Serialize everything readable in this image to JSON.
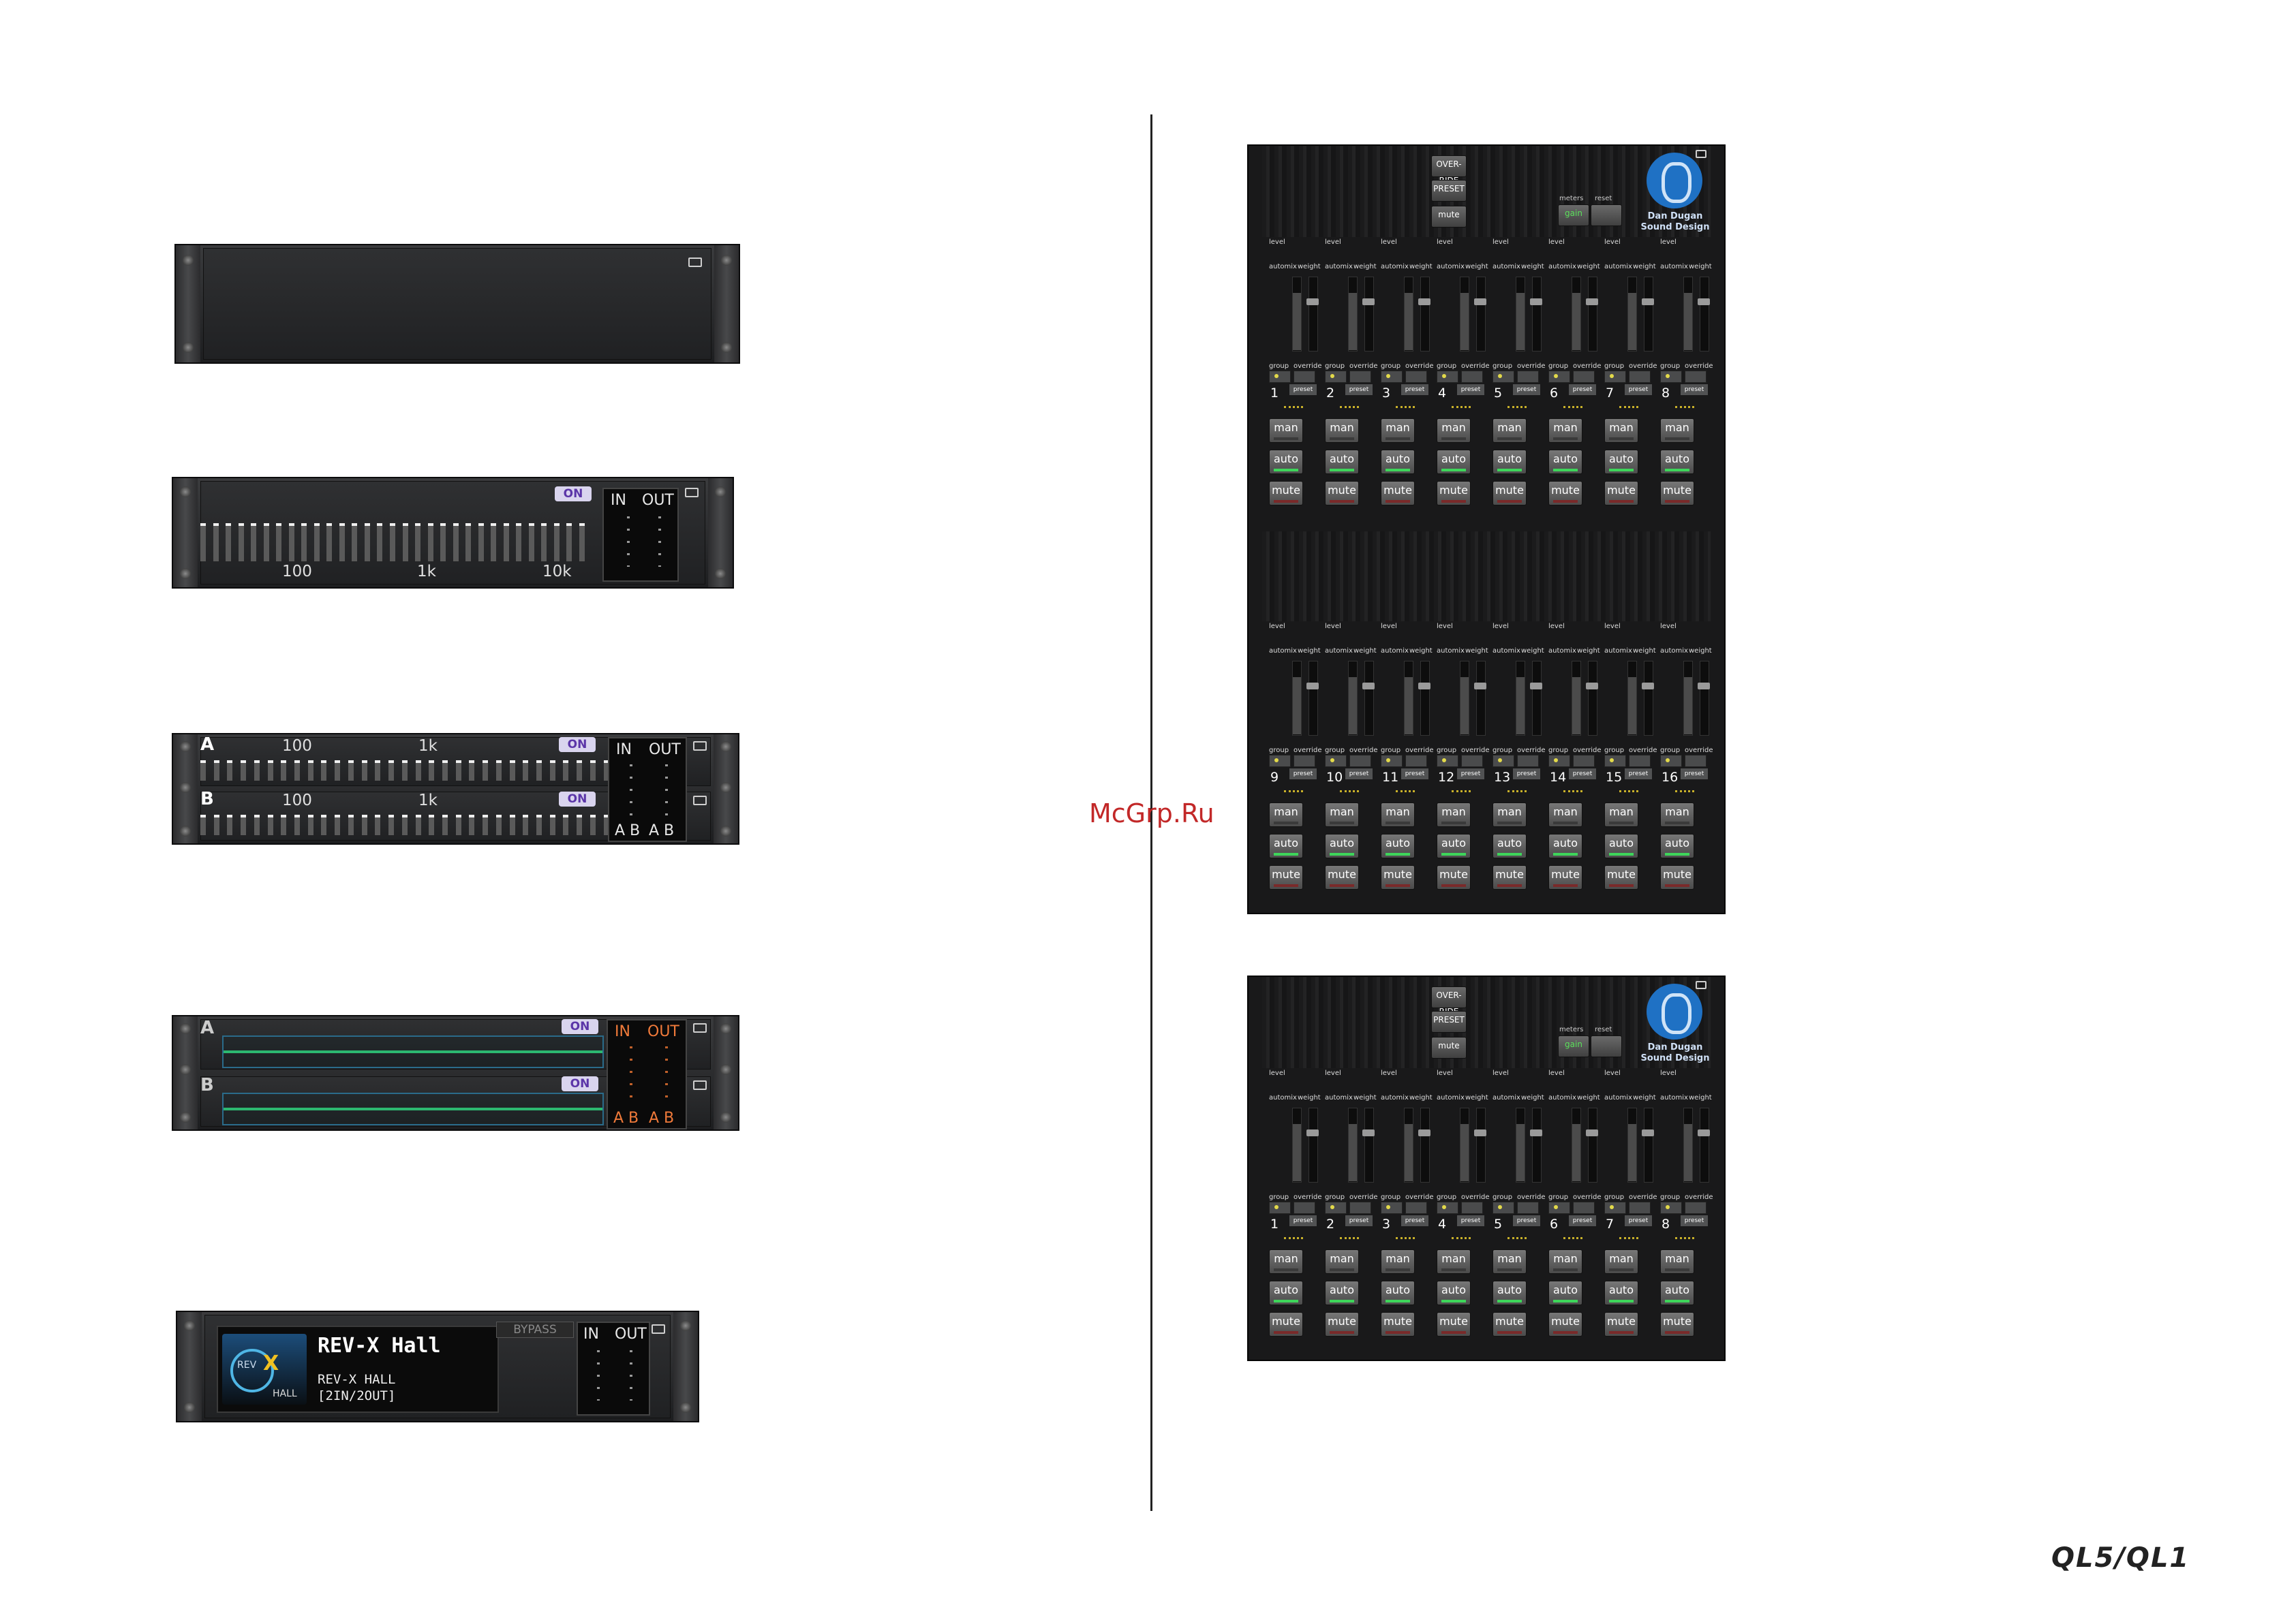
{
  "watermark": "McGrp.Ru",
  "brand": "QL5/QL1",
  "ui": {
    "on": "ON",
    "in": "IN",
    "out": "OUT",
    "ab": "A B",
    "a": "A",
    "b": "B",
    "bypass": "BYPASS",
    "gain": "gain",
    "meters": "meters",
    "reset": "reset",
    "override": "OVER-RIDE",
    "preset": "PRESET",
    "mute": "mute",
    "man": "man",
    "auto": "auto",
    "level": "level",
    "automix": "automix",
    "weight": "weight",
    "group": "group",
    "override_small": "override",
    "preset_small": "preset"
  },
  "geq31": {
    "freqs": [
      "100",
      "1k",
      "10k"
    ]
  },
  "geq_dual": {
    "freqs": [
      "100",
      "1k"
    ]
  },
  "rev": {
    "name": "REV-X Hall",
    "type": "REV-X HALL",
    "io": "[2IN/2OUT]",
    "logo": "REV",
    "logo_x": "X",
    "logo_sub": "HALL"
  },
  "dugan": {
    "logo_line1": "Dan Dugan",
    "logo_line2": "Sound Design",
    "block1": [
      "1",
      "2",
      "3",
      "4",
      "5",
      "6",
      "7",
      "8"
    ],
    "block2": [
      "9",
      "10",
      "11",
      "12",
      "13",
      "14",
      "15",
      "16"
    ],
    "block3": [
      "1",
      "2",
      "3",
      "4",
      "5",
      "6",
      "7",
      "8"
    ]
  }
}
